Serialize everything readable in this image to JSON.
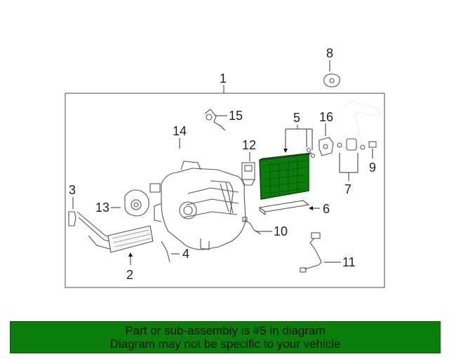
{
  "callouts": {
    "c1": "1",
    "c2": "2",
    "c3": "3",
    "c4": "4",
    "c5": "5",
    "c6": "6",
    "c7": "7",
    "c8": "8",
    "c9": "9",
    "c10": "10",
    "c11": "11",
    "c12": "12",
    "c13": "13",
    "c14": "14",
    "c15": "15",
    "c16": "16"
  },
  "highlight_color": "#0a7d0a",
  "highlighted_part": "5",
  "banner": {
    "line1": "Part or sub-assembly is #5 in diagram",
    "line2": "Diagram may not be specific to your vehicle"
  }
}
